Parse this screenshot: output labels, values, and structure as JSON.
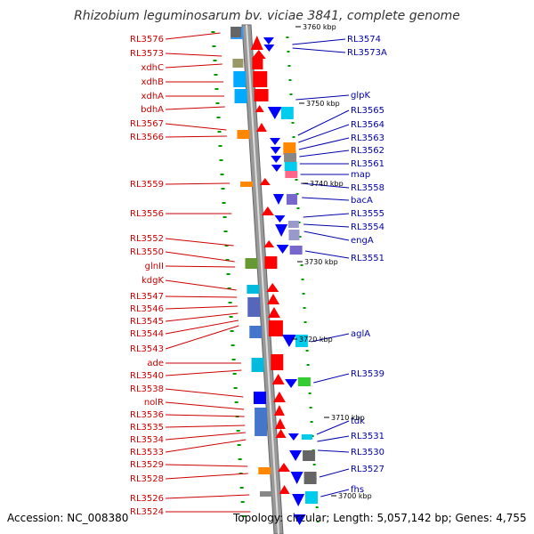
{
  "title": "Rhizobium leguminosarum bv. viciae 3841, complete genome",
  "footer": {
    "accession": "Accession: NC_008380",
    "topology": "Topology: circular; Length: 5,057,142 bp; Genes: 4,755"
  },
  "kbp_labels": [
    "3760 kbp",
    "3750 kbp",
    "3740 kbp",
    "3730 kbp",
    "3720 kbp",
    "3710 kbp",
    "3700 kbp"
  ],
  "left_labels": [
    "RL3576",
    "RL3573",
    "xdhC",
    "xdhB",
    "xdhA",
    "bdhA",
    "RL3567",
    "RL3566",
    "RL3559",
    "RL3556",
    "RL3552",
    "RL3550",
    "glnII",
    "kdgK",
    "RL3547",
    "RL3546",
    "RL3545",
    "RL3544",
    "RL3543",
    "ade",
    "RL3540",
    "RL3538",
    "nolR",
    "RL3536",
    "RL3535",
    "RL3534",
    "RL3533",
    "RL3529",
    "RL3528",
    "RL3526",
    "RL3524"
  ],
  "right_labels": [
    "RL3574",
    "RL3573A",
    "glpK",
    "RL3565",
    "RL3564",
    "RL3563",
    "RL3562",
    "RL3561",
    "map",
    "RL3558",
    "bacA",
    "RL3555",
    "RL3554",
    "engA",
    "RL3551",
    "aglA",
    "RL3539",
    "tdk",
    "RL3531",
    "RL3530",
    "RL3527",
    "fhs"
  ],
  "colors": {
    "left_label": "#cc0000",
    "right_label": "#0000aa",
    "forward_gene": "#ff0000",
    "reverse_gene": "#0000ff",
    "backbone": "#888888",
    "tick": "#009900"
  }
}
